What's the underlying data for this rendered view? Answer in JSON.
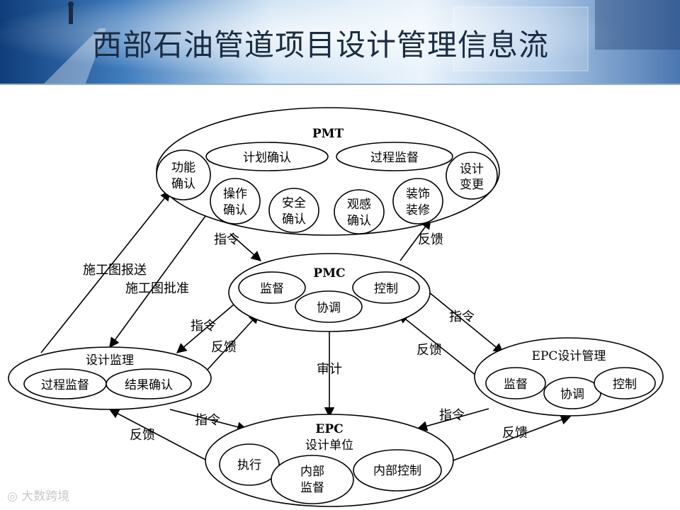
{
  "title": "西部石油管道项目设计管理信息流",
  "pmt": {
    "name": "PMT",
    "items": {
      "plan_confirm": "计划确认",
      "process_supervise": "过程监督",
      "function_confirm": [
        "功能",
        "确认"
      ],
      "design_change": [
        "设计",
        "变更"
      ],
      "operation_confirm": [
        "操作",
        "确认"
      ],
      "safety_confirm": [
        "安全",
        "确认"
      ],
      "appearance_confirm": [
        "观感",
        "确认"
      ],
      "decoration": [
        "装饰",
        "装修"
      ]
    }
  },
  "pmc": {
    "name": "PMC",
    "items": {
      "supervise": "监督",
      "control": "控制",
      "coordinate": "协调"
    }
  },
  "design_supervision": {
    "name": "设计监理",
    "items": {
      "process_supervise": "过程监督",
      "result_confirm": "结果确认"
    }
  },
  "epc_mgmt": {
    "name": "EPC设计管理",
    "items": {
      "supervise": "监督",
      "coordinate": "协调",
      "control": "控制"
    }
  },
  "epc_unit": {
    "name": [
      "EPC",
      "设计单位"
    ],
    "items": {
      "execute": "执行",
      "internal_supervise": [
        "内部",
        "监督"
      ],
      "internal_control": "内部控制"
    }
  },
  "flows": {
    "pmt_to_pmc": "指令",
    "pmc_to_pmt": "反馈",
    "drawing_submit": "施工图报送",
    "drawing_approve": "施工图批准",
    "pmc_to_supervision": "指令",
    "supervision_to_pmc": "反馈",
    "pmc_to_epcm": "指令",
    "epcm_to_pmc": "反馈",
    "audit": "审计",
    "supervision_to_unit": "指令",
    "unit_to_supervision": "反馈",
    "epcm_to_unit": "指令",
    "unit_to_epcm": "反馈"
  },
  "watermark": "大数跨境"
}
